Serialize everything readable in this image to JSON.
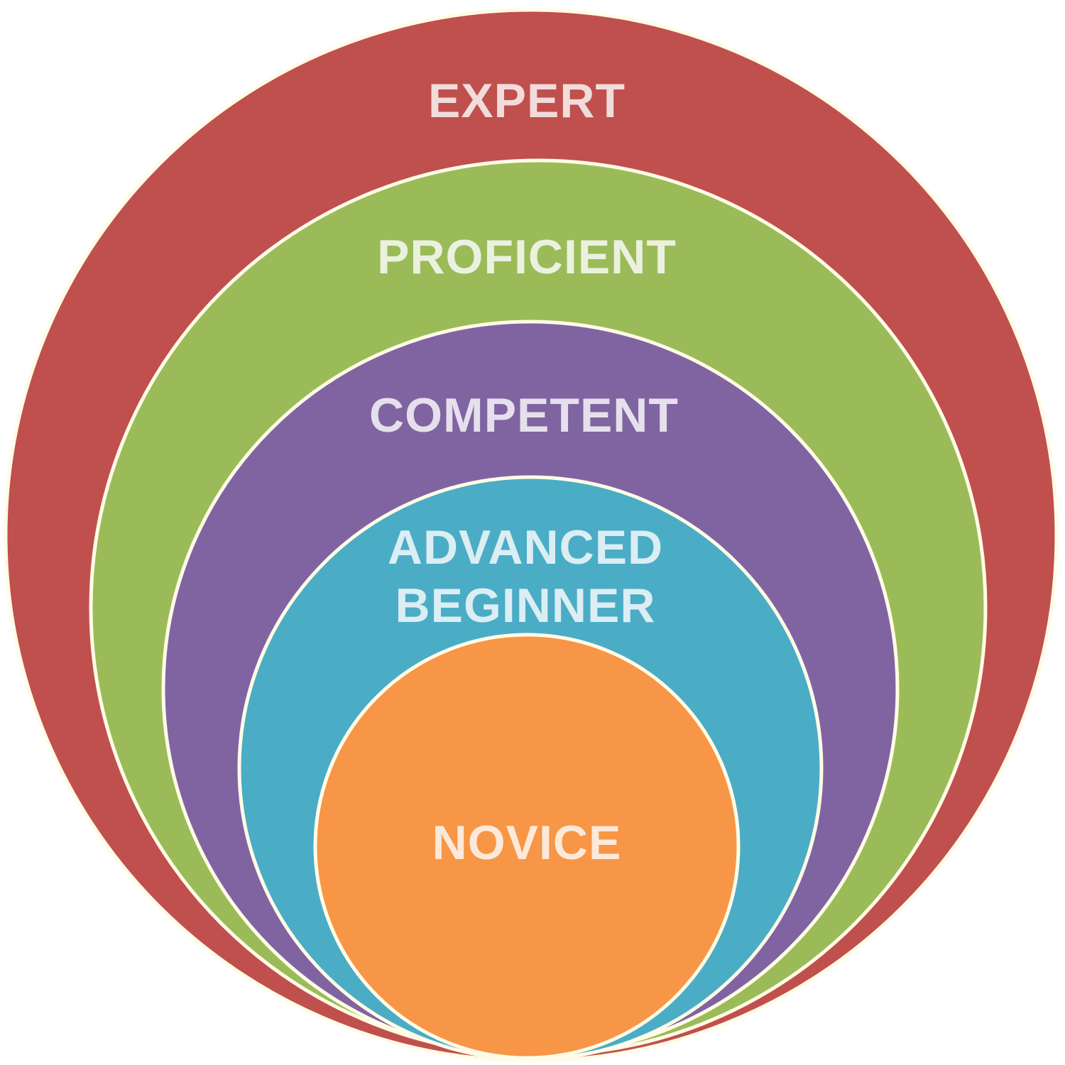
{
  "title": "Stages of skill acquisition",
  "levels": [
    {
      "id": "expert",
      "label": "EXPERT",
      "color": "#c0504d",
      "text_color": "#f2dcdb"
    },
    {
      "id": "proficient",
      "label": "PROFICIENT",
      "color": "#9bbb59",
      "text_color": "#ebf1de"
    },
    {
      "id": "competent",
      "label": "COMPETENT",
      "color": "#8064a2",
      "text_color": "#e5e0ec"
    },
    {
      "id": "advanced-beginner",
      "label": "ADVANCED BEGINNER",
      "lines": [
        "ADVANCED",
        "BEGINNER"
      ],
      "color": "#4bacc6",
      "text_color": "#dbeef3"
    },
    {
      "id": "novice",
      "label": "NOVICE",
      "color": "#f79646",
      "text_color": "#fde9d9"
    }
  ],
  "border_color": "#fffbe6"
}
